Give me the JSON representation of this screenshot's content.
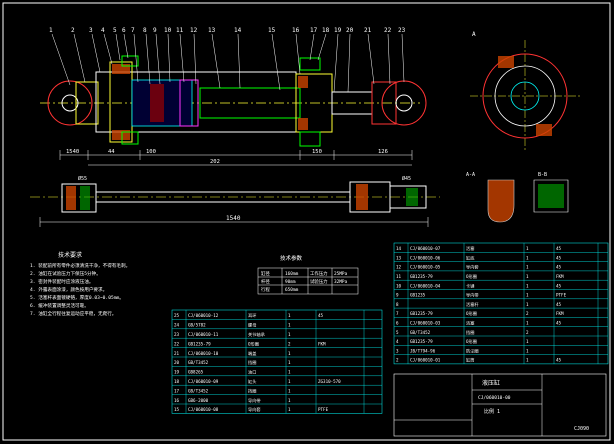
{
  "drawing": {
    "callouts_top": [
      "1",
      "2",
      "3",
      "4",
      "5",
      "6",
      "7",
      "8",
      "9",
      "10",
      "11",
      "12",
      "13",
      "14",
      "15",
      "16",
      "17",
      "18",
      "19",
      "20",
      "21",
      "22",
      "23"
    ],
    "dims_main": [
      "1540",
      "44",
      "100",
      "202",
      "150",
      "126"
    ],
    "dim_bottom": "1540",
    "dims_small": [
      "Ø55",
      "Ø45"
    ],
    "section_labels": [
      "A",
      "A-A",
      "B-B"
    ]
  },
  "specs": {
    "title": "技术参数",
    "rows": [
      [
        "缸径",
        "160mm",
        "工作压力",
        "25MPa"
      ],
      [
        "杆径",
        "90mm",
        "试验压力",
        "32MPa"
      ],
      [
        "行程",
        "650mm",
        "",
        ""
      ]
    ]
  },
  "notes": {
    "title": "技术要求",
    "lines": [
      "1. 装配前所有零件必须清洗干净，不得有毛刺。",
      "2. 油缸在试验压力下保压5分钟。",
      "3. 密封件装配时应涂液压油。",
      "4. 外露表面涂漆，颜色按用户要求。",
      "5. 活塞杆表面镀硬铬，厚度0.03~0.05mm。",
      "6. 缓冲装置调整灵活可靠。",
      "7. 油缸全行程往复运动应平稳，无爬行。"
    ]
  },
  "bom_right": [
    [
      "14",
      "CJ/060010-07",
      "活塞",
      "1",
      "45",
      ""
    ],
    [
      "13",
      "CJ/060010-06",
      "缸底",
      "1",
      "45",
      ""
    ],
    [
      "12",
      "CJ/060010-05",
      "导向套",
      "1",
      "45",
      ""
    ],
    [
      "11",
      "GB1235-79",
      "O形圈",
      "1",
      "FKM",
      ""
    ],
    [
      "10",
      "CJ/060010-04",
      "卡键",
      "1",
      "45",
      ""
    ],
    [
      "9",
      "GB1235",
      "导向带",
      "1",
      "PTFE",
      ""
    ],
    [
      "8",
      "",
      "活塞杆",
      "1",
      "45",
      ""
    ],
    [
      "7",
      "GB1235-79",
      "O形圈",
      "2",
      "FKM",
      ""
    ],
    [
      "6",
      "CJ/060010-03",
      "活塞",
      "1",
      "45",
      ""
    ],
    [
      "5",
      "GB/T3452",
      "挡圈",
      "2",
      "",
      ""
    ],
    [
      "4",
      "GB1235-79",
      "O形圈",
      "1",
      "",
      ""
    ],
    [
      "3",
      "JB/T794-96",
      "防尘圈",
      "1",
      "",
      ""
    ],
    [
      "2",
      "CJ/060010-01",
      "缸筒",
      "1",
      "45",
      ""
    ]
  ],
  "bom_left": [
    [
      "25",
      "CJ/060010-12",
      "耳环",
      "1",
      "45",
      ""
    ],
    [
      "24",
      "GB/5782",
      "螺母",
      "1",
      "",
      ""
    ],
    [
      "23",
      "CJ/060010-11",
      "关节轴承",
      "1",
      "",
      ""
    ],
    [
      "22",
      "GB1235-79",
      "O形圈",
      "2",
      "FKM",
      ""
    ],
    [
      "21",
      "CJ/060010-10",
      "端盖",
      "1",
      "",
      ""
    ],
    [
      "20",
      "GB/T3452",
      "挡圈",
      "1",
      "",
      ""
    ],
    [
      "19",
      "GB8265",
      "油口",
      "1",
      "",
      ""
    ],
    [
      "18",
      "CJ/060010-09",
      "缸头",
      "1",
      "ZG310-570",
      ""
    ],
    [
      "17",
      "GB/T3452",
      "挡圈",
      "1",
      "",
      ""
    ],
    [
      "16",
      "GB6-2000",
      "导向带",
      "1",
      "",
      ""
    ],
    [
      "15",
      "CJ/060010-08",
      "导向套",
      "1",
      "PTFE",
      ""
    ]
  ],
  "title_block": {
    "name": "液压缸",
    "code": "CJ/060010-00",
    "scale": "比例 1",
    "corner": "CJ090"
  }
}
